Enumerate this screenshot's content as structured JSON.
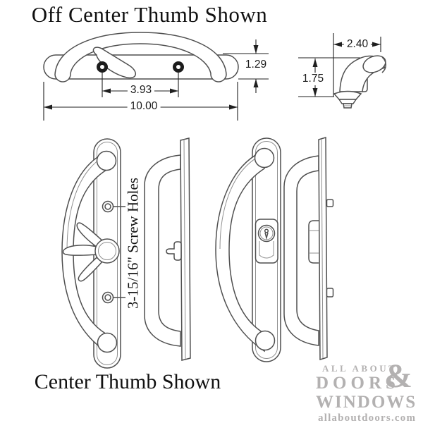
{
  "diagram": {
    "title_top": "Off Center Thumb Shown",
    "title_bottom": "Center Thumb Shown",
    "screw_note": "3-15/16\" Screw Holes",
    "dimensions": {
      "plate_height": "1.29",
      "hole_spacing": "3.93",
      "overall_length": "10.00",
      "side_depth": "2.40",
      "side_height": "1.75"
    }
  },
  "logo": {
    "line1": "ALL ABOUT",
    "line2": "DOORS",
    "ampersand": "&",
    "line3": "WINDOWS",
    "website": "allaboutdoors.com",
    "color": "#b3b1b1"
  },
  "colors": {
    "background": "#ffffff",
    "line_art": "#4f4f4f",
    "inner_lines": "#8f8f8f",
    "dimension_lines": "#1f1f1f",
    "text": "#111111"
  }
}
